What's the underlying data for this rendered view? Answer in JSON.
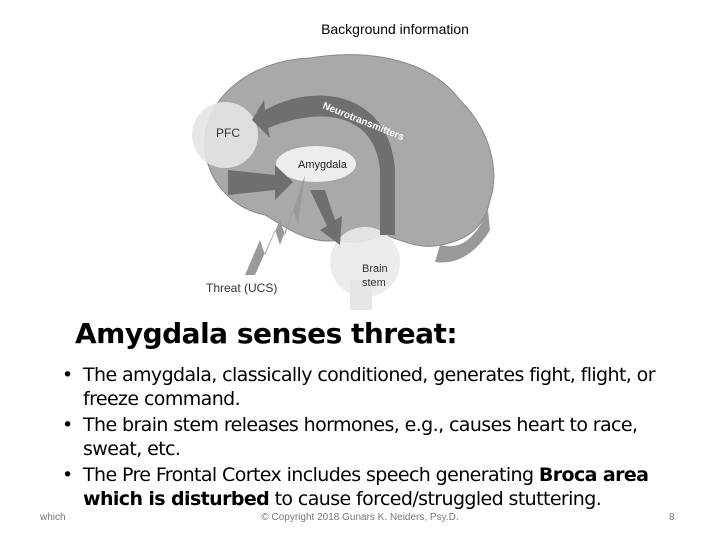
{
  "header": "Background information",
  "diagram": {
    "labels": {
      "pfc": "PFC",
      "neuro": "Neurotransmitters",
      "amygdala": "Amygdala",
      "threat": "Threat (UCS)",
      "brain": "Brain",
      "stem": "stem"
    }
  },
  "title": "Amygdala senses threat:",
  "bullets": [
    {
      "marker": "•",
      "text": "The amygdala, classically conditioned, generates fight, flight, or freeze command."
    },
    {
      "marker": "•",
      "text": "The brain stem releases hormones, e.g., causes heart to race, sweat, etc."
    },
    {
      "marker": "•",
      "text_before": "The Pre Frontal Cortex includes speech generating ",
      "bold": "Broca area which is disturbed",
      "text_after": " to cause forced/struggled stuttering."
    }
  ],
  "footer": {
    "left": "which",
    "center": "© Copyright 2018 Gunars K. Neiders, Psy.D.",
    "page": "8"
  }
}
